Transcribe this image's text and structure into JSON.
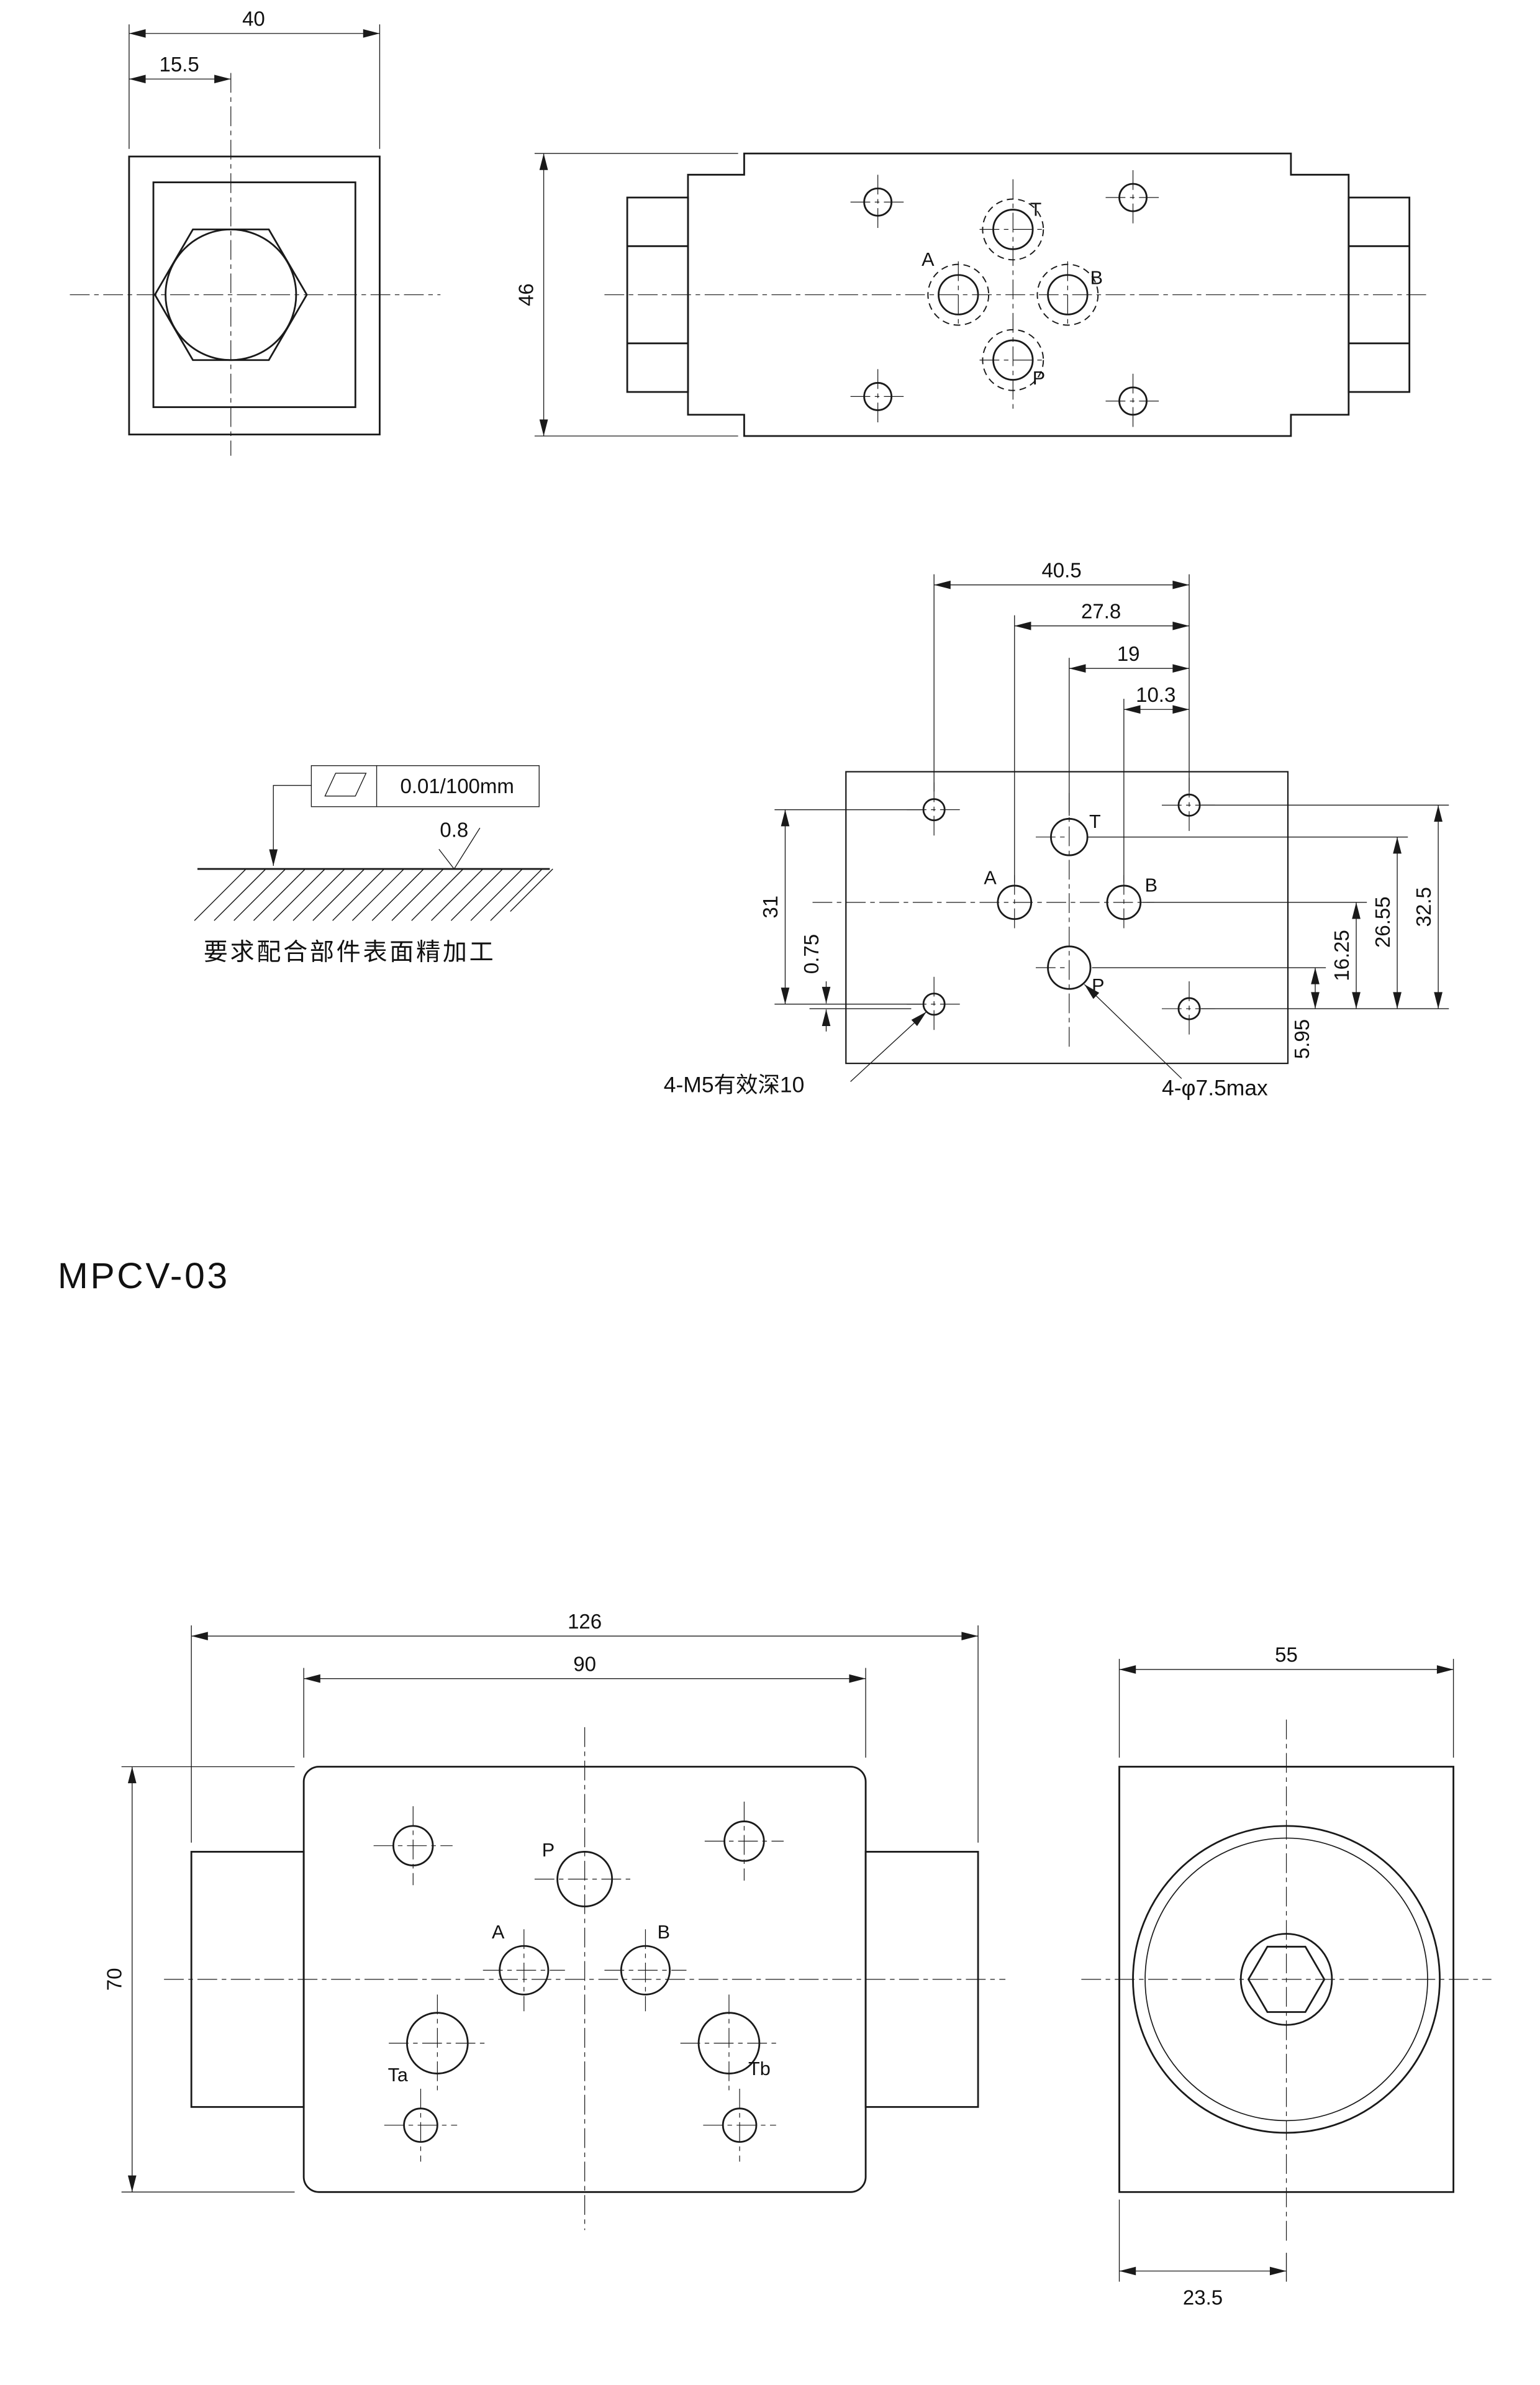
{
  "title": "MPCV-03",
  "plug_view": {
    "dim_width": "40",
    "dim_offset": "15.5"
  },
  "top_view": {
    "dim_height": "46",
    "port_t": "T",
    "port_a": "A",
    "port_b": "B",
    "port_p": "P"
  },
  "surface_note": {
    "flatness": "0.01/100mm",
    "roughness": "0.8",
    "note": "要求配合部件表面精加工"
  },
  "mount_face": {
    "dim_a": "40.5",
    "dim_b": "27.8",
    "dim_c": "19",
    "dim_d": "10.3",
    "dim_left_a": "31",
    "dim_left_b": "0.75",
    "dim_right_a": "5.95",
    "dim_right_b": "16.25",
    "dim_right_c": "26.55",
    "dim_right_d": "32.5",
    "port_t": "T",
    "port_a": "A",
    "port_b": "B",
    "port_p": "P",
    "callout_m5": "4-M5有效深10",
    "callout_port": "4-φ7.5max"
  },
  "front_view": {
    "dim_total_width": "126",
    "dim_body_width": "90",
    "dim_height": "70",
    "port_p": "P",
    "port_a": "A",
    "port_b": "B",
    "port_ta": "Ta",
    "port_tb": "Tb"
  },
  "side_view": {
    "dim_width": "55",
    "dim_center": "23.5"
  }
}
